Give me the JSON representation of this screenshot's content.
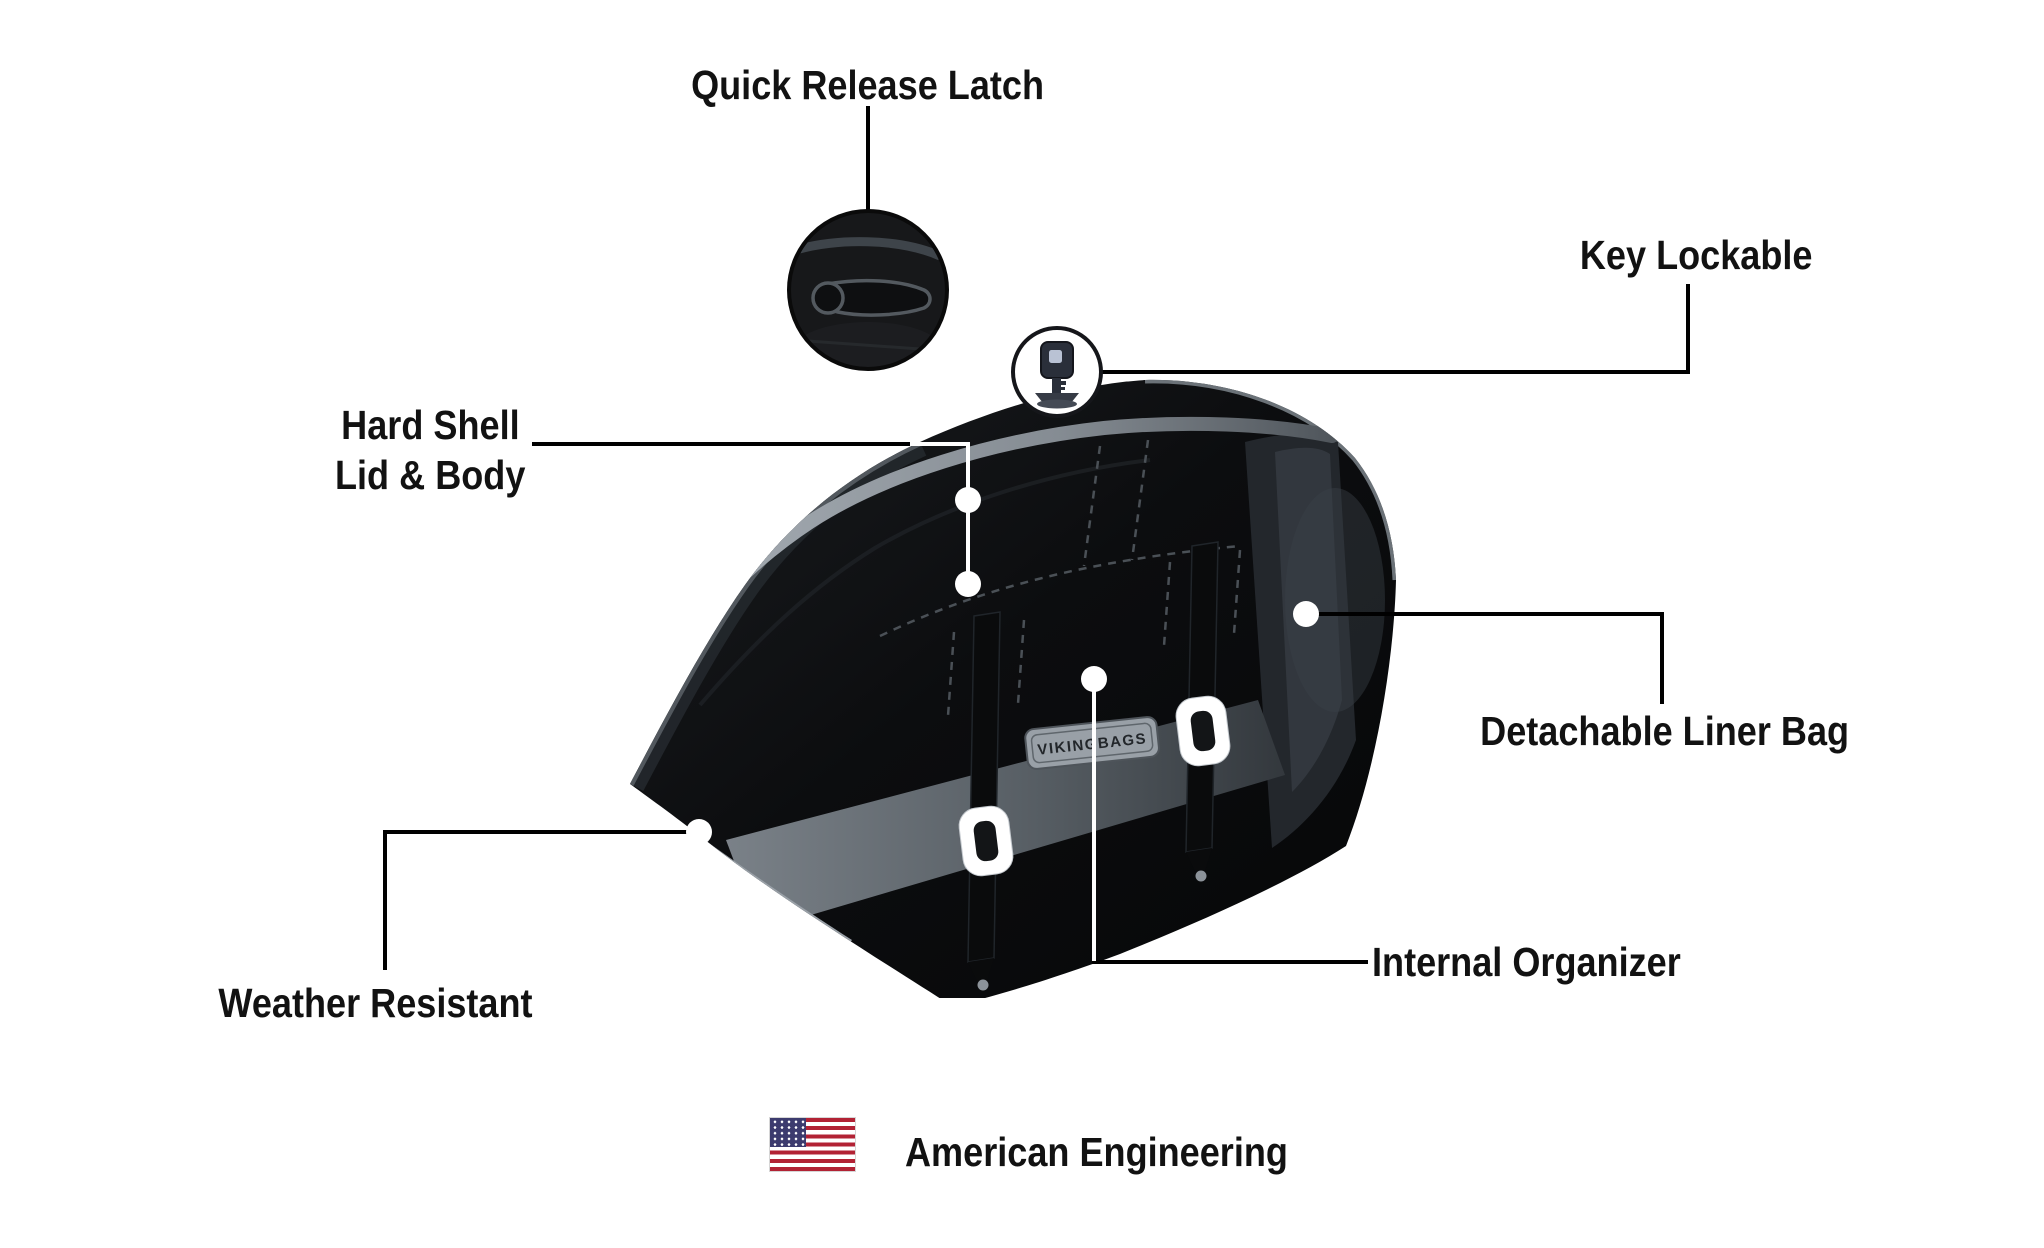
{
  "callouts": {
    "quick_release_latch": {
      "label": "Quick Release Latch"
    },
    "key_lockable": {
      "label": "Key Lockable"
    },
    "hard_shell": {
      "label_line1": "Hard Shell",
      "label_line2": "Lid & Body"
    },
    "detachable_liner_bag": {
      "label": "Detachable Liner Bag"
    },
    "weather_resistant": {
      "label": "Weather Resistant"
    },
    "internal_organizer": {
      "label": "Internal Organizer"
    },
    "american_engineering": {
      "label": "American Engineering"
    }
  },
  "product": {
    "brand_plate_text": "VIKINGBAGS"
  },
  "icons": {
    "us_flag_icon": "css-striped-flag-with-star-canton",
    "key_icon": "svg-key-on-stand",
    "latch_icon": "svg-lever-latch-zoom",
    "buckle_icon": "svg-chrome-strap-buckle"
  },
  "colors": {
    "background": "#ffffff",
    "label_text": "#121212",
    "callout_line": "#000000",
    "bag_black": "#0b0c0e",
    "trim_gray": "#8a9198",
    "band_gray": "#6f767d",
    "flag_red": "#B22234",
    "flag_blue": "#3C3B6E"
  }
}
